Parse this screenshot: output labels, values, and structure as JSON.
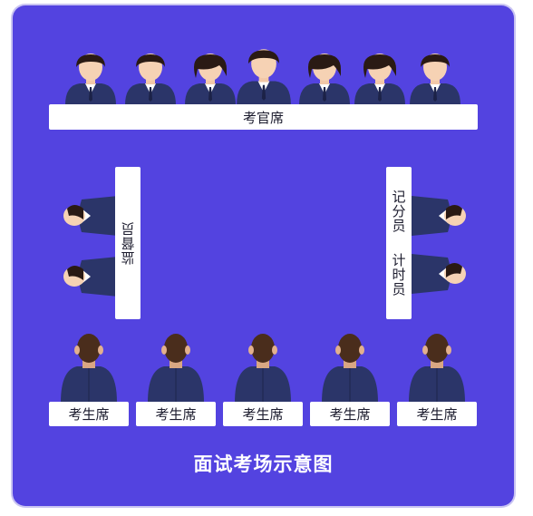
{
  "examiner_label": "考官席",
  "supervisor_label": "监督员",
  "scorer_label": "记分员",
  "timer_label": "计时员",
  "candidate_seats": [
    "考生席",
    "考生席",
    "考生席",
    "考生席",
    "考生席"
  ],
  "diagram_title": "面试考场示意图",
  "colors": {
    "background": "#5343e0",
    "suit": "#2b3569",
    "bar": "#ffffff"
  }
}
